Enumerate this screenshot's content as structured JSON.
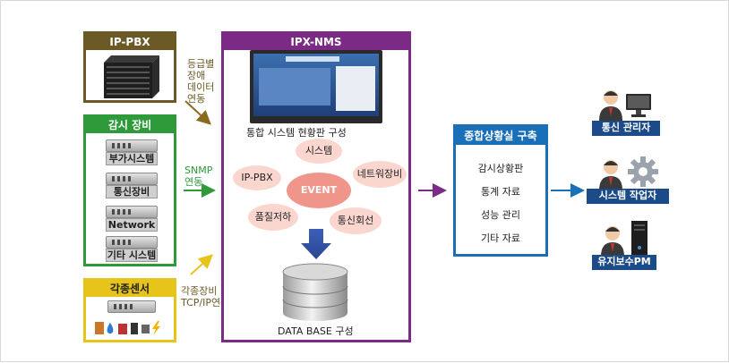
{
  "ippbx": {
    "title": "IP-PBX"
  },
  "monitor": {
    "title": "감시 장비",
    "items": [
      "부가시스템",
      "통신장비",
      "Network",
      "기타 시스템"
    ]
  },
  "sensor": {
    "title": "각종센서"
  },
  "nms": {
    "title": "IPX-NMS",
    "screen_caption": "통합 시스템 현황판 구성",
    "event": "EVENT",
    "satellites": [
      "시스템",
      "네트워장비",
      "통신회선",
      "품질저하",
      "IP-PBX"
    ],
    "db_caption": "DATA BASE 구성"
  },
  "links": {
    "grade_data": [
      "등급별",
      "장애",
      "데이터",
      "연동"
    ],
    "snmp": [
      "SNMP",
      "연동"
    ],
    "tcp": [
      "각종장비",
      "TCP/IP연동"
    ]
  },
  "situation": {
    "title": "종합상황실 구축",
    "items": [
      "감시상황판",
      "통계 자료",
      "성능 관리",
      "기타 자료"
    ]
  },
  "roles": [
    "통신 관리자",
    "시스템 작업자",
    "유지보수PM"
  ],
  "colors": {
    "olive": "#6b5a26",
    "green": "#2e9a3a",
    "yellow": "#e6c419",
    "purple": "#7b2b85",
    "blue": "#1a6fb9",
    "navy": "#1c4b8a",
    "event": "#f0958a",
    "bubble": "#fbd6cf"
  }
}
